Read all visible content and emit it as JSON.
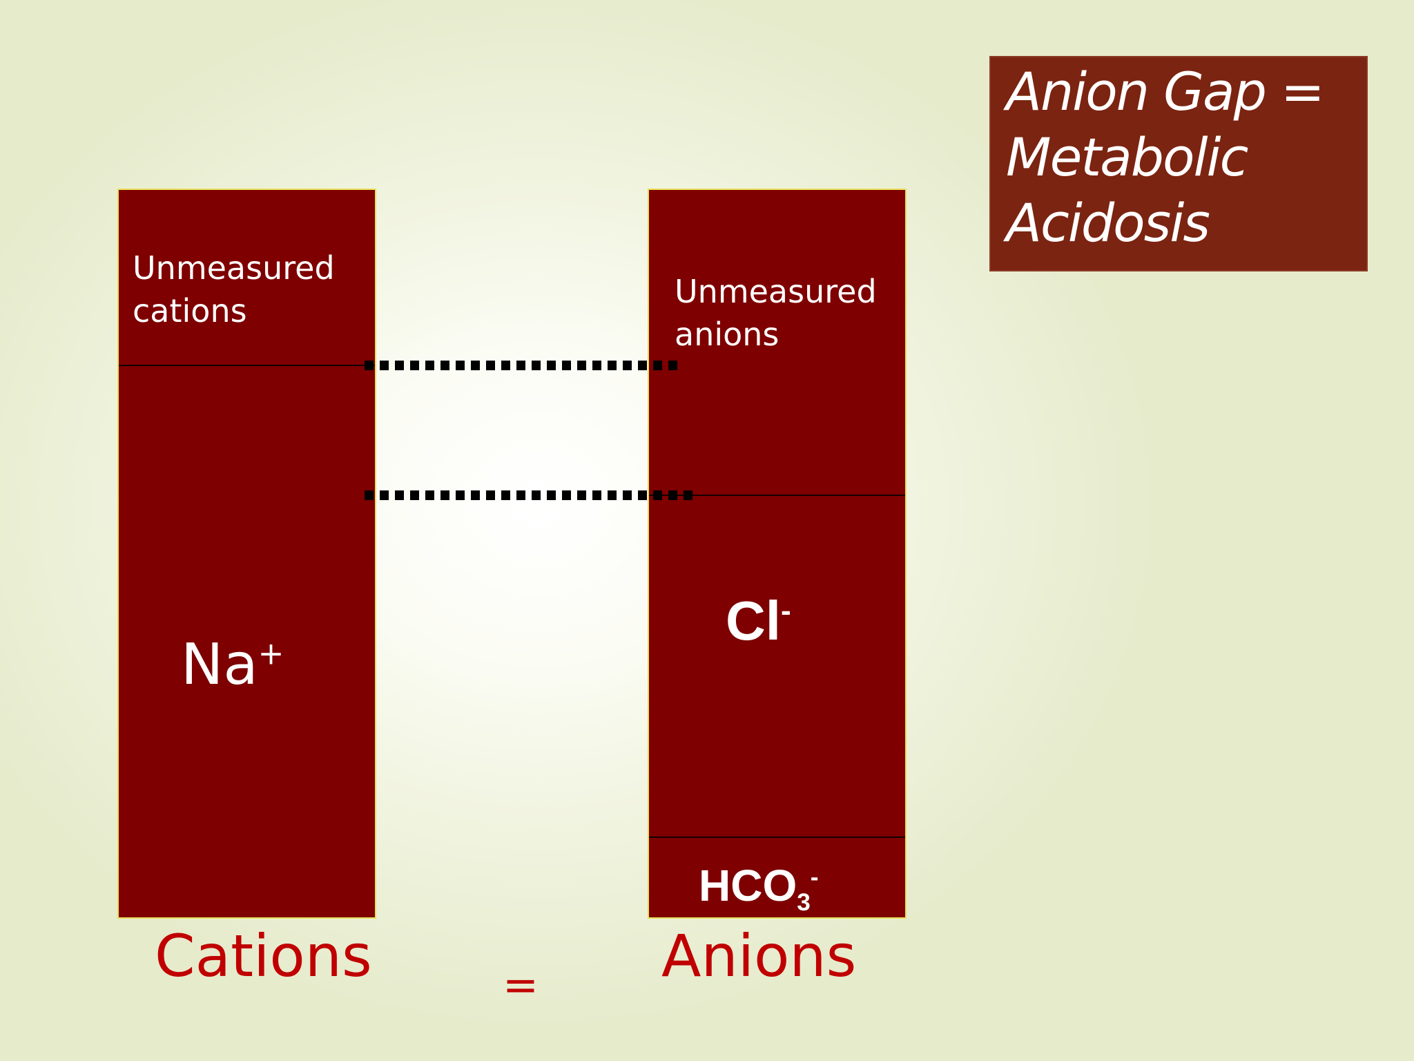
{
  "title": "Anion Gap = Metabolic Acidosis",
  "colors": {
    "column_fill": "#7e0000",
    "column_border": "#e8e05a",
    "title_box": "#7b2411",
    "bottom_labels": "#c00000",
    "text_light": "#ffffff"
  },
  "cations_column": {
    "unmeasured_label": "Unmeasured cations",
    "ion_symbol": "Na",
    "ion_charge": "+"
  },
  "anions_column": {
    "unmeasured_label": "Unmeasured anions",
    "chloride_symbol": "Cl",
    "chloride_charge": "-",
    "bicarb_symbol": "HCO",
    "bicarb_subscript": "3",
    "bicarb_charge": "-"
  },
  "footer": {
    "cations_label": "Cations",
    "equals_sign": "=",
    "anions_label": "Anions"
  }
}
